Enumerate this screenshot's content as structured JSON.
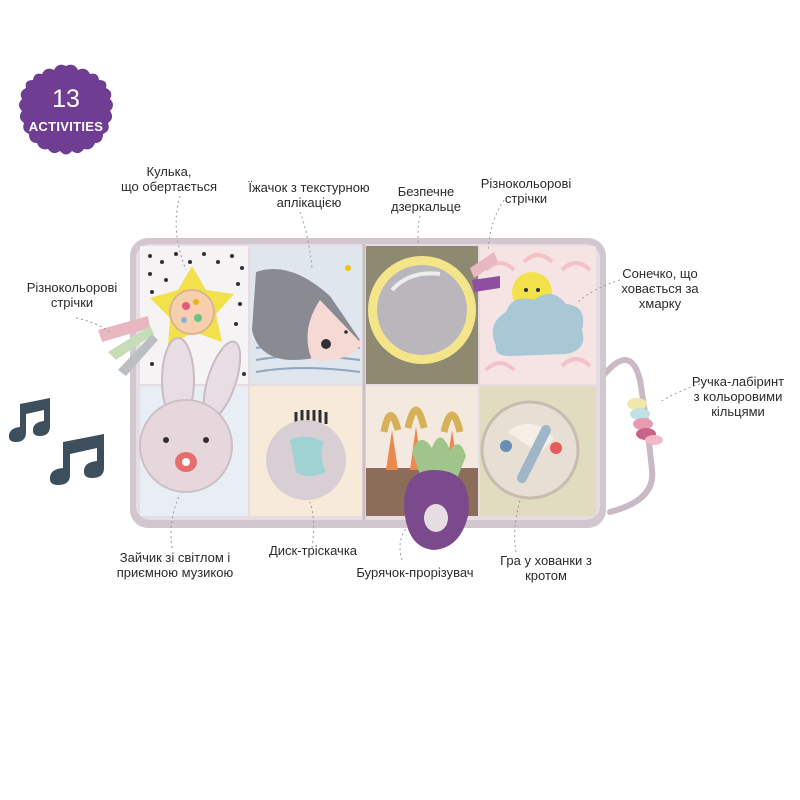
{
  "badge": {
    "number": "13",
    "text": "ACTIVITIES",
    "color": "#6f3d91"
  },
  "colors": {
    "mat_frame": "#cbbec7",
    "accent_purple": "#6f3d91",
    "note_color": "#3d4f5d"
  },
  "callouts": {
    "ball": "Кулька,\nщо обертається",
    "hedgehog": "Їжачок з текстурною\nаплікацією",
    "mirror": "Безпечне\nдзеркальце",
    "ribbons_top": "Різнокольорові\nстрічки",
    "ribbons_left": "Різнокольорові\nстрічки",
    "sun": "Сонечко, що\nховається за\nхмарку",
    "handle": "Ручка-лабіринт\nз кольоровими\nкільцями",
    "bunny": "Зайчик зі світлом  і\nприємною музикою",
    "clicker": "Диск-тріскачка",
    "beet": "Бурячок-прорізувач",
    "mole": "Гра у хованки з\nкротом"
  },
  "icons": [
    "music-note-icon",
    "music-note-icon"
  ]
}
